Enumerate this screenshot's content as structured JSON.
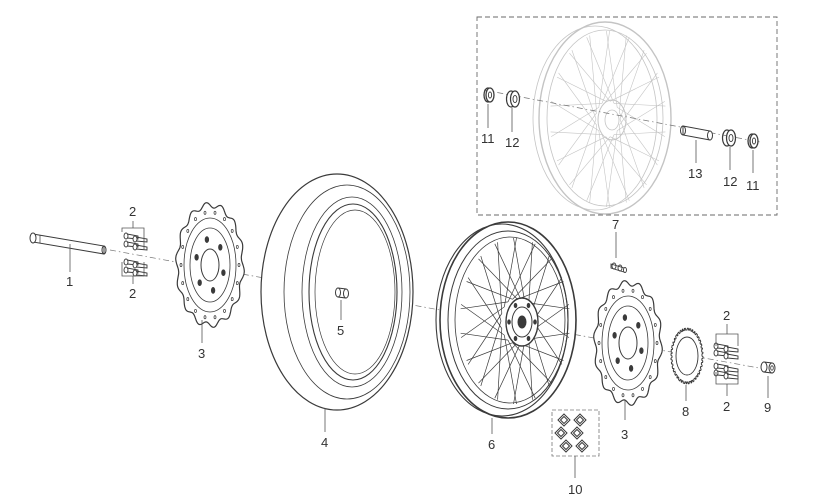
{
  "callouts": {
    "c1": "1",
    "c2a": "2",
    "c2b": "2",
    "c2c": "2",
    "c2d": "2",
    "c3a": "3",
    "c3b": "3",
    "c4": "4",
    "c5": "5",
    "c6": "6",
    "c7": "7",
    "c8": "8",
    "c9": "9",
    "c10": "10",
    "c11a": "11",
    "c11b": "11",
    "c12a": "12",
    "c12b": "12",
    "c13": "13"
  },
  "colors": {
    "line": "#3a3a3a",
    "ghost": "#c4c4c4",
    "label": "#333333"
  }
}
